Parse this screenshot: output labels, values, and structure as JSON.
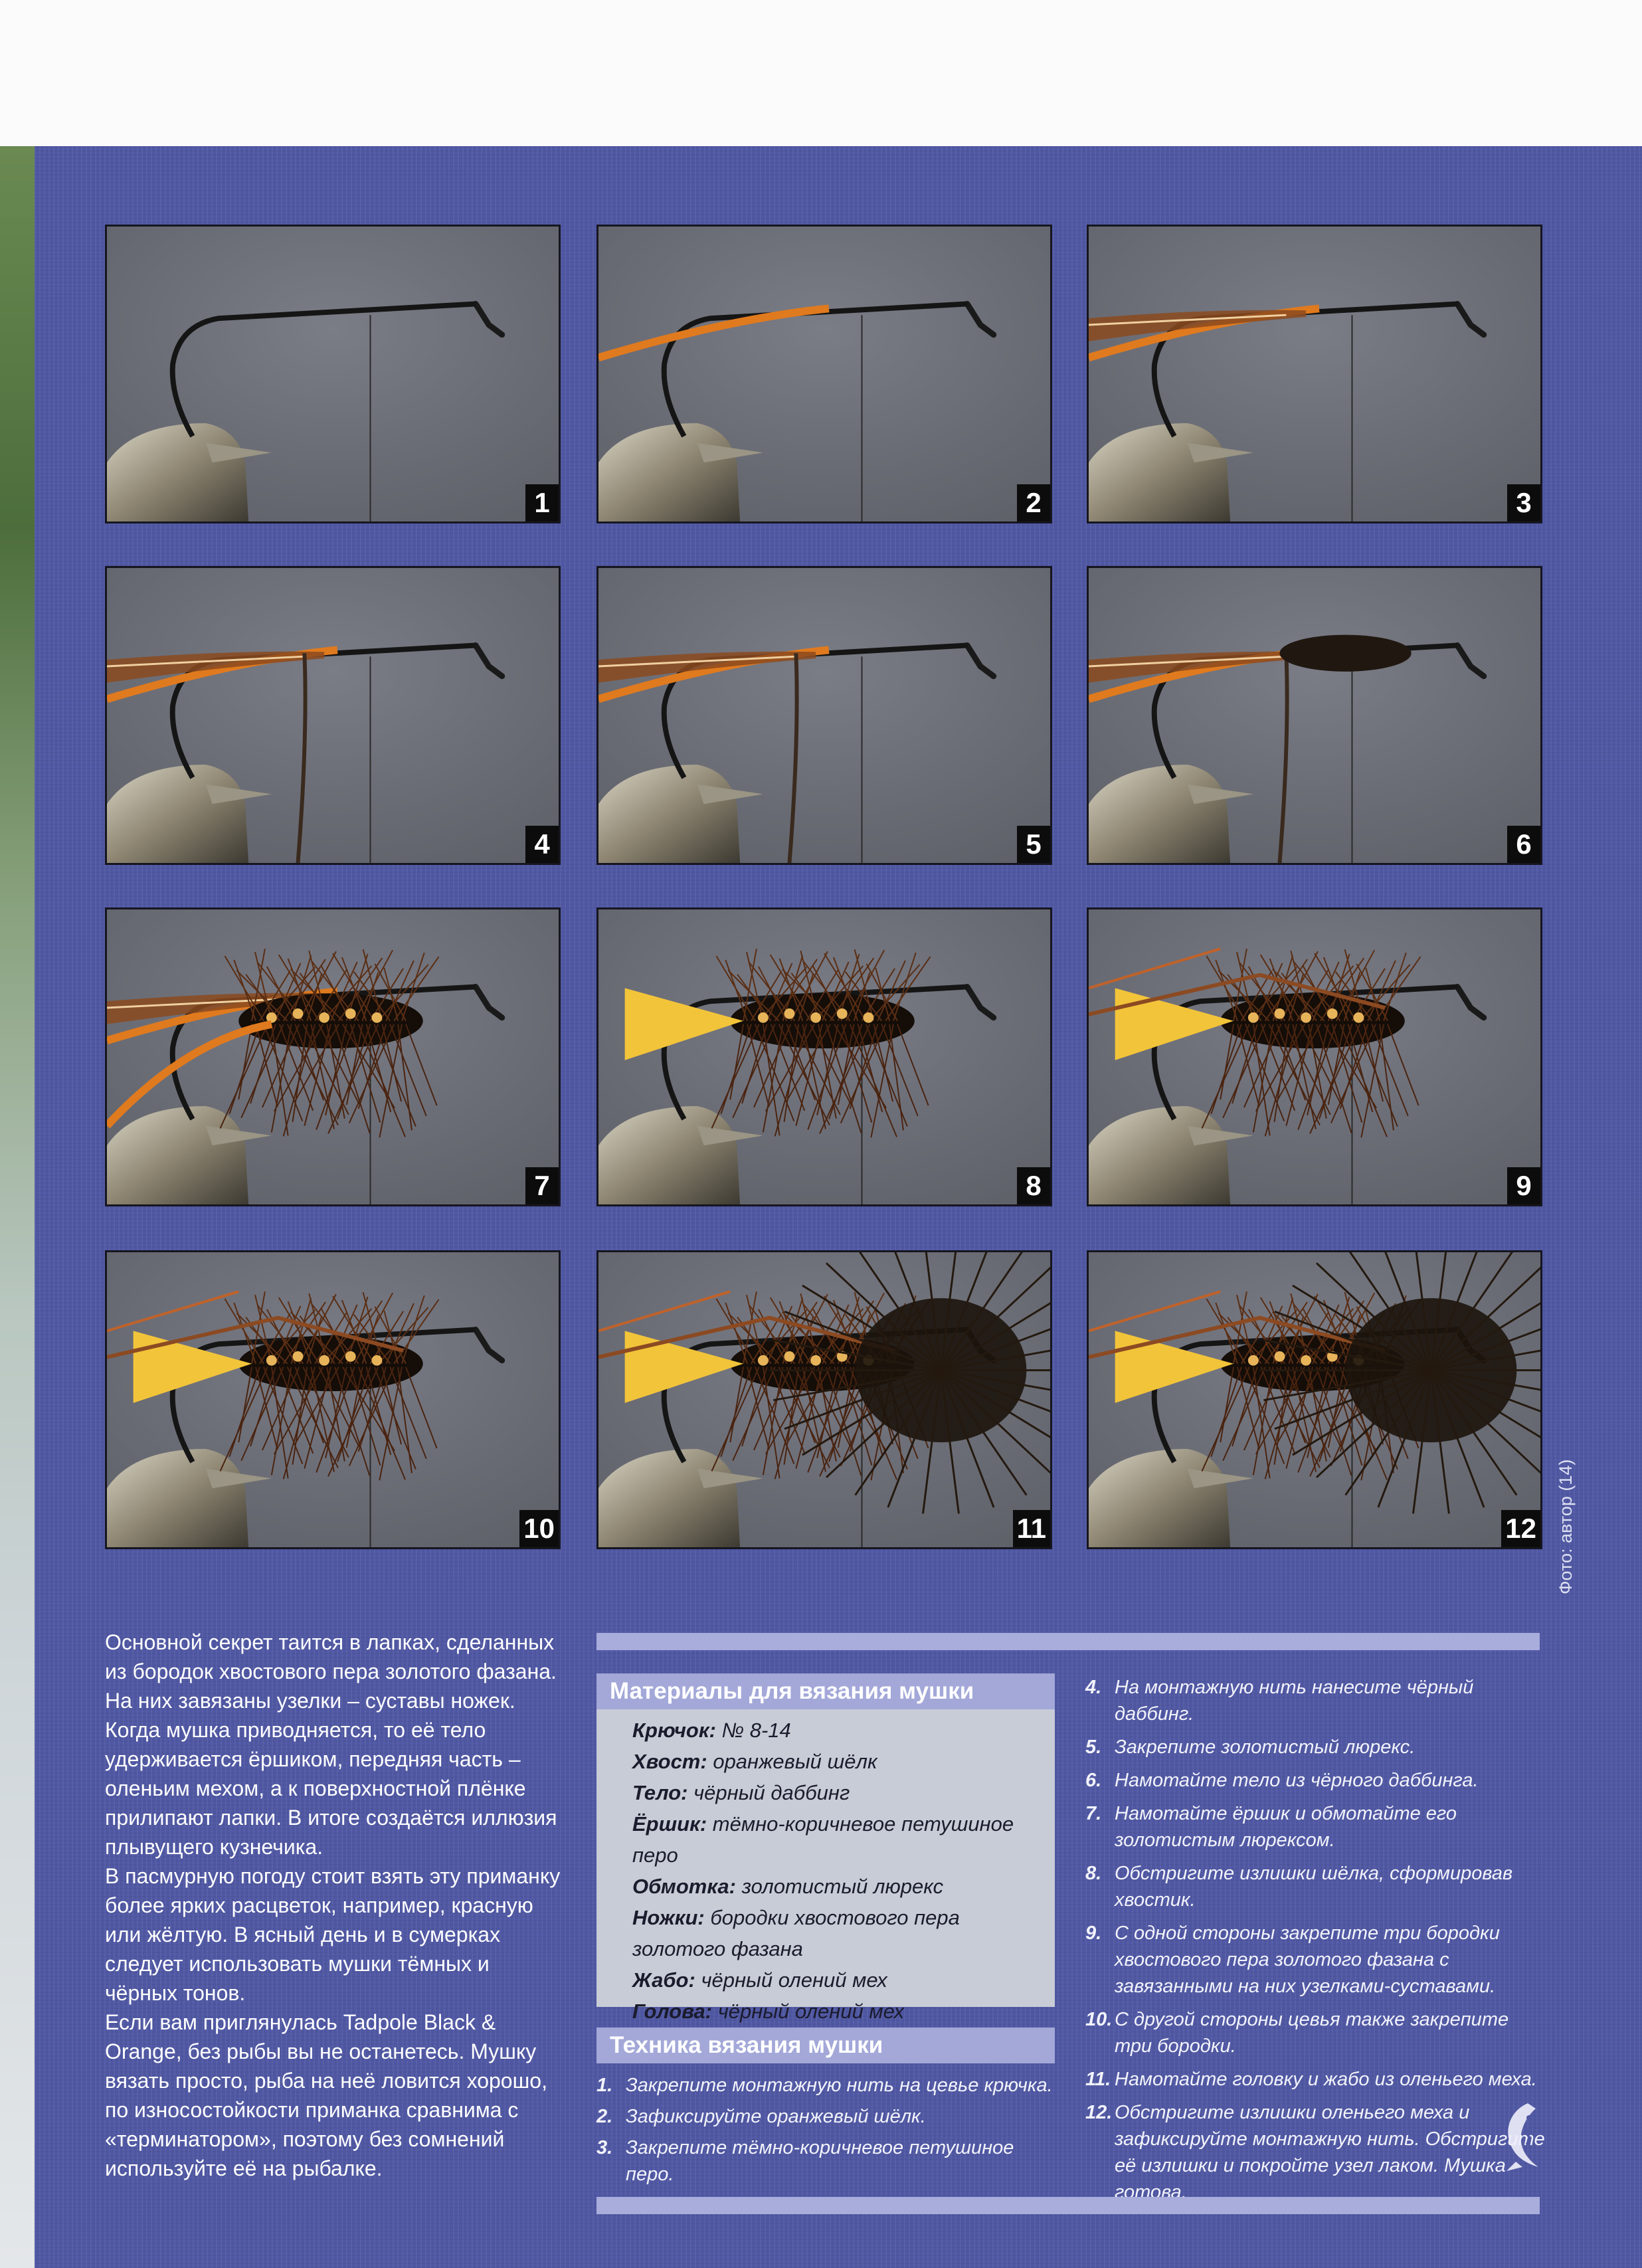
{
  "photos": [
    {
      "number": "1"
    },
    {
      "number": "2"
    },
    {
      "number": "3"
    },
    {
      "number": "4"
    },
    {
      "number": "5"
    },
    {
      "number": "6"
    },
    {
      "number": "7"
    },
    {
      "number": "8"
    },
    {
      "number": "9"
    },
    {
      "number": "10"
    },
    {
      "number": "11"
    },
    {
      "number": "12"
    }
  ],
  "photo_credit": "Фото: автор (14)",
  "intro": {
    "paragraphs": [
      "Основной секрет таится в лапках, сделанных из бородок хвостового пера золотого фазана. На них завязаны узелки – суставы ножек. Когда мушка приводняется, то её тело удерживается ёршиком, передняя часть – оленьим мехом, а к поверхностной плёнке прилипают лапки. В итоге создаётся иллюзия плывущего кузнечика.",
      "В пасмурную погоду стоит взять эту приманку более ярких расцветок, например, красную или жёлтую. В ясный день и в сумерках следует использовать мушки тёмных и чёрных тонов.",
      "Если вам приглянулась Tadpole Black & Orange, без рыбы вы не останетесь. Мушку вязать просто, рыба на неё ловится хорошо, по износостойкости приманка сравнима с «терминатором», поэтому без сомнений используйте её на рыбалке."
    ]
  },
  "materials": {
    "title": "Материалы для вязания мушки",
    "items": [
      {
        "name": "Крючок:",
        "value": "№ 8-14"
      },
      {
        "name": "Хвост:",
        "value": "оранжевый шёлк"
      },
      {
        "name": "Тело:",
        "value": "чёрный даббинг"
      },
      {
        "name": "Ёршик:",
        "value": "тёмно-коричневое петушиное перо"
      },
      {
        "name": "Обмотка:",
        "value": "золотистый люрекс"
      },
      {
        "name": "Ножки:",
        "value": "бородки хвостового пера золотого фазана"
      },
      {
        "name": "Жабо:",
        "value": "чёрный олений мех"
      },
      {
        "name": "Голова:",
        "value": "чёрный олений мех"
      }
    ]
  },
  "technique": {
    "title": "Техника вязания мушки",
    "steps_left": [
      {
        "n": "1.",
        "text": "Закрепите монтажную нить на цевье крючка."
      },
      {
        "n": "2.",
        "text": "Зафиксируйте оранжевый шёлк."
      },
      {
        "n": "3.",
        "text": "Закрепите тёмно-коричневое петушиное перо."
      }
    ],
    "steps_right": [
      {
        "n": "4.",
        "text": "На монтажную нить нанесите чёрный даббинг."
      },
      {
        "n": "5.",
        "text": "Закрепите золотистый люрекс."
      },
      {
        "n": "6.",
        "text": "Намотайте тело из чёрного даббинга."
      },
      {
        "n": "7.",
        "text": "Намотайте ёршик и обмотайте его золотистым люрексом."
      },
      {
        "n": "8.",
        "text": "Обстригите излишки шёлка, сформировав хвостик."
      },
      {
        "n": "9.",
        "text": "С одной стороны закрепите три бородки хвостового пера золотого фазана с завязанными на них узелками-суставами."
      },
      {
        "n": "10.",
        "text": "С другой стороны цевья также закрепите три бородки."
      },
      {
        "n": "11.",
        "text": "Намотайте головку и жабо из оленьего меха."
      },
      {
        "n": "12.",
        "text": "Обстригите излишки оленьего меха и зафиксируйте монтажную нить. Обстригите её излишки и покройте узел лаком. Мушка готова."
      }
    ]
  },
  "colors": {
    "page_background": "#5058a4",
    "photo_background": "#5e6068",
    "tail_orange": "#e07a1e",
    "tail_yellow": "#f2c43a",
    "materials_box": "#c8ccd6"
  }
}
